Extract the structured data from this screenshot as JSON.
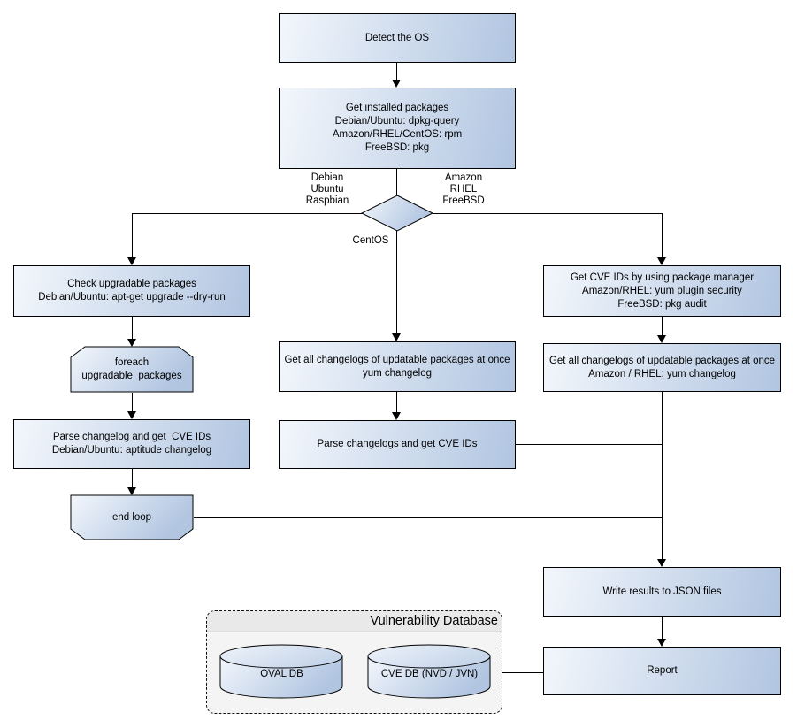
{
  "diagram": {
    "background": "#ffffff",
    "node_border_color": "#000000",
    "node_fill_start": "#f3f7fc",
    "node_fill_end": "#b1c5e1",
    "connector_color": "#000000",
    "container_body": "#f4f4f4",
    "container_header": "#e9e9e9"
  },
  "nodes": {
    "detect_os": {
      "label": "Detect the OS"
    },
    "get_installed_packages": {
      "label": "Get installed packages\nDebian/Ubuntu: dpkg-query\nAmazon/RHEL/CentOS: rpm\nFreeBSD: pkg"
    },
    "os_decision": {
      "left_label": "Debian\nUbuntu\nRaspbian",
      "right_label": "Amazon\nRHEL\nFreeBSD",
      "bottom_label": "CentOS"
    },
    "check_upgradable": {
      "label": "Check upgradable packages\nDebian/Ubuntu: apt-get upgrade --dry-run"
    },
    "foreach_loop": {
      "label": "foreach\nupgradable  packages"
    },
    "parse_changelog": {
      "label": "Parse changelog and get  CVE IDs\nDebian/Ubuntu: aptitude changelog"
    },
    "end_loop": {
      "label": "end loop"
    },
    "get_changelogs_centos": {
      "label": "Get all changelogs of updatable packages at once\nyum changelog"
    },
    "parse_changelogs_centos": {
      "label": "Parse changelogs and get CVE IDs"
    },
    "get_cve_ids_pkg_manager": {
      "label": "Get CVE IDs by using package manager\nAmazon/RHEL: yum plugin security\nFreeBSD: pkg audit"
    },
    "get_changelogs_rhel": {
      "label": "Get all changelogs of updatable packages at once\nAmazon / RHEL: yum changelog"
    },
    "write_json": {
      "label": "Write results to JSON files"
    },
    "report": {
      "label": "Report"
    },
    "vulnerability_database": {
      "title": "Vulnerability Database",
      "oval_db": "OVAL DB",
      "cve_db": "CVE DB (NVD / JVN)"
    }
  }
}
